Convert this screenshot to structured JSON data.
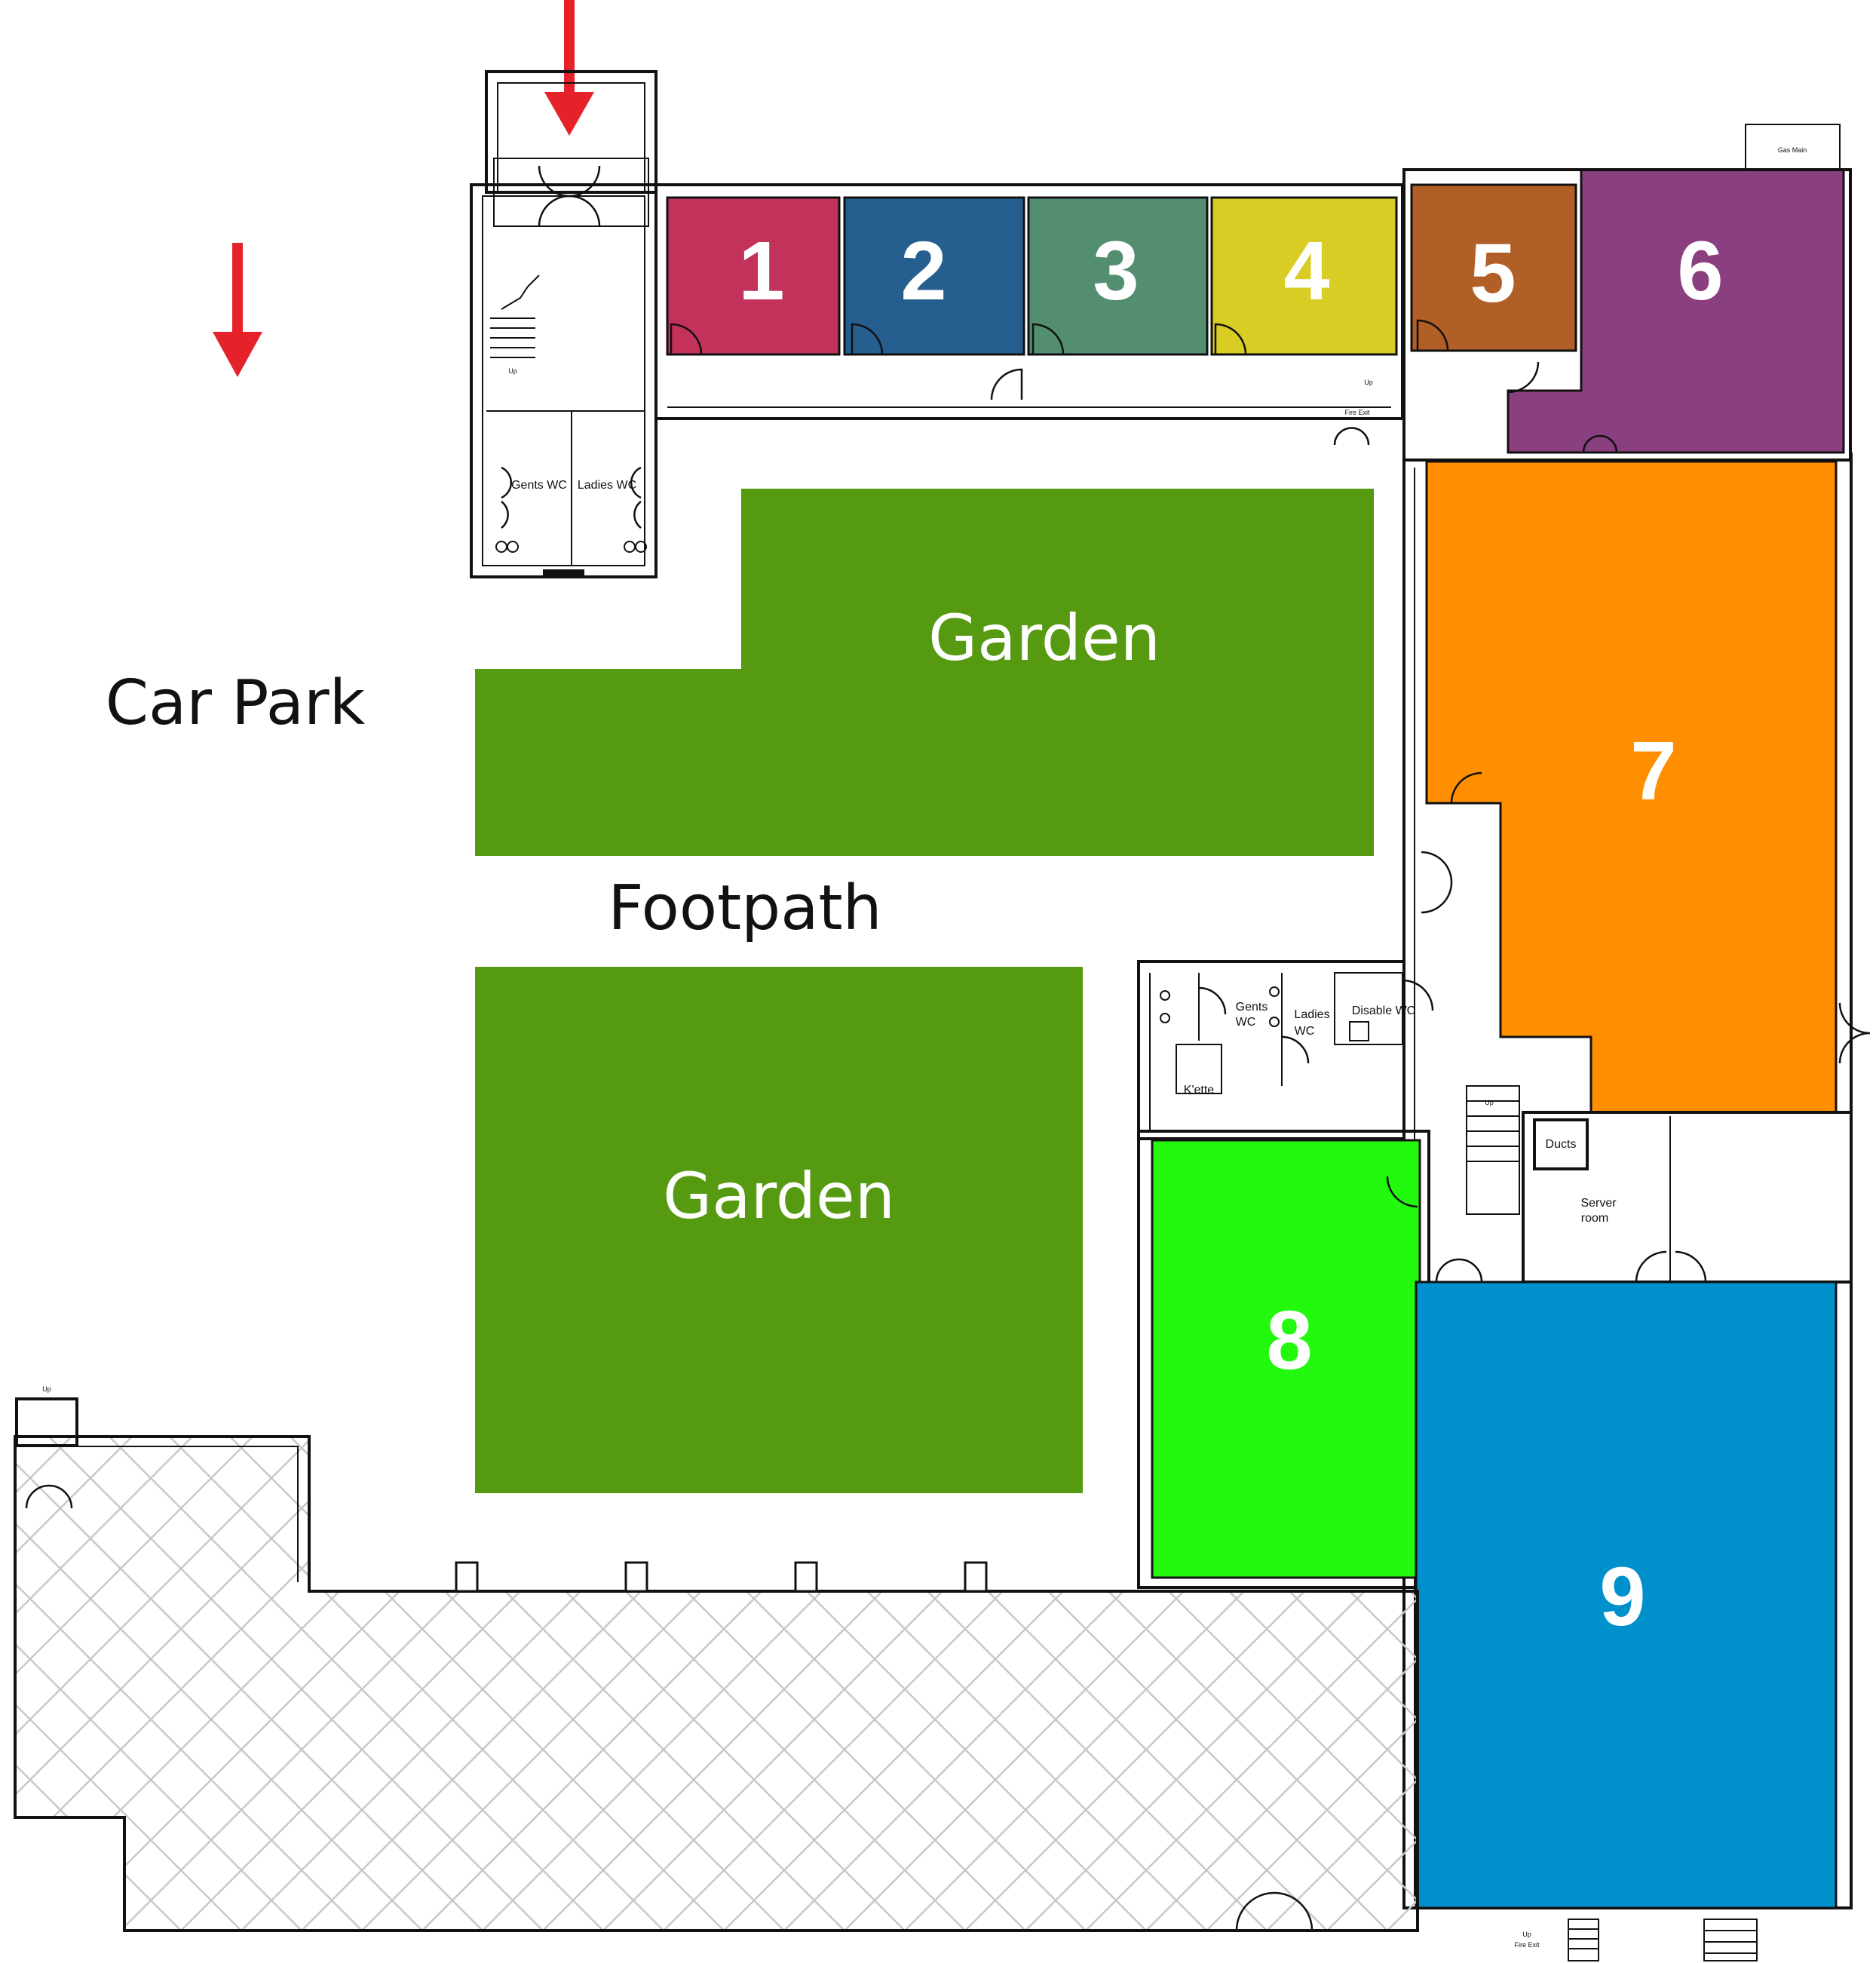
{
  "colors": {
    "room1": "#c2325a",
    "room2": "#255e8f",
    "room3": "#548e70",
    "room4": "#d9cc25",
    "room5": "#b05f27",
    "room6": "#8a3f80",
    "room7": "#ff8e00",
    "room8": "#22f90e",
    "room9": "#0091cd",
    "garden": "#559a10",
    "arrow": "#e5222a",
    "wall": "#111111",
    "hatch": "#c8c8c8"
  },
  "rooms": [
    {
      "id": "1",
      "label": "1"
    },
    {
      "id": "2",
      "label": "2"
    },
    {
      "id": "3",
      "label": "3"
    },
    {
      "id": "4",
      "label": "4"
    },
    {
      "id": "5",
      "label": "5"
    },
    {
      "id": "6",
      "label": "6"
    },
    {
      "id": "7",
      "label": "7"
    },
    {
      "id": "8",
      "label": "8"
    },
    {
      "id": "9",
      "label": "9"
    }
  ],
  "areas": {
    "car_park": "Car Park",
    "garden_upper": "Garden",
    "garden_lower": "Garden",
    "footpath": "Footpath"
  },
  "facilities": {
    "gents_wc_north": "Gents WC",
    "ladies_wc_north": "Ladies WC",
    "gents_wc_east_line1": "Gents",
    "gents_wc_east_line2": "WC",
    "ladies_wc_east_line1": "Ladies",
    "ladies_wc_east_line2": "WC",
    "disable_wc": "Disable WC",
    "kitchenette": "K'ette",
    "ducts": "Ducts",
    "server_room_line1": "Server",
    "server_room_line2": "room",
    "gas_main": "Gas Main",
    "fire_exit": "Fire Exit",
    "fire_exit_south": "Fire Exit",
    "up_north": "Up",
    "up_east": "Up",
    "up_stair": "Up",
    "up_south": "Up",
    "up_west": "Up"
  }
}
